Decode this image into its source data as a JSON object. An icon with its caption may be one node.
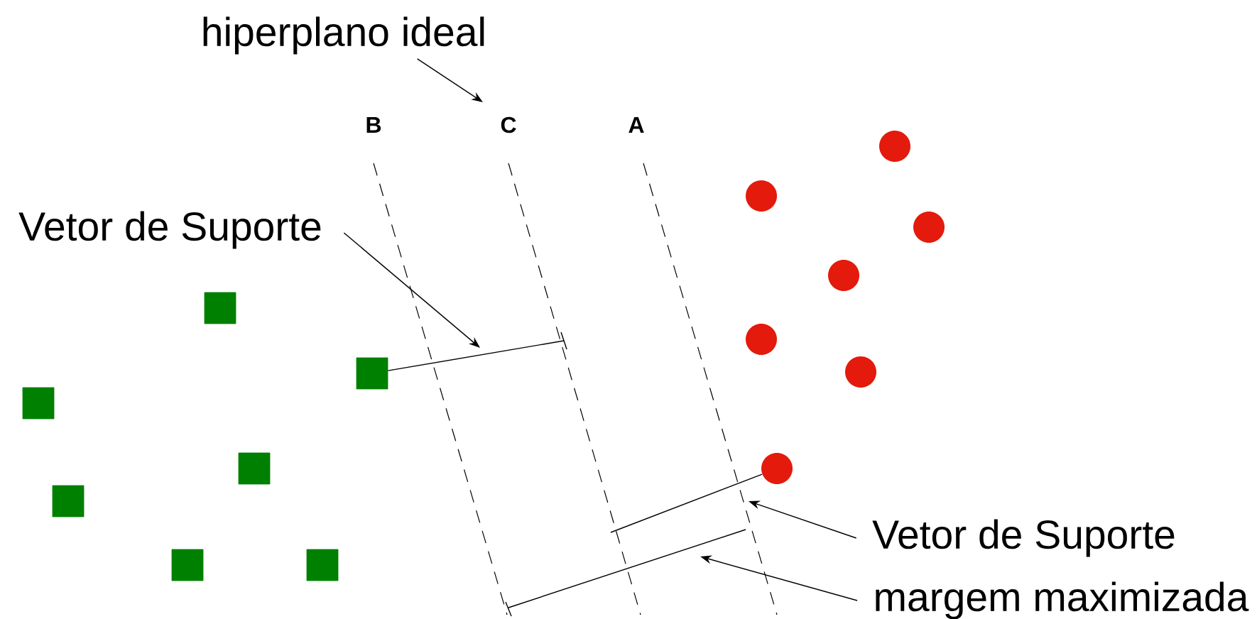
{
  "diagram": {
    "nodes": [
      {
        "text": [
          "hiperplano ideal"
        ]
      },
      {
        "text": [
          "Vetor de Suporte"
        ]
      },
      {
        "text": [
          "Vetor de Suporte"
        ]
      },
      {
        "text": [
          "margem maximizada"
        ]
      },
      {
        "text": [],
        "shape": "box"
      },
      {
        "text": [],
        "shape": "box"
      },
      {
        "text": [],
        "shape": "box"
      },
      {
        "text": [],
        "shape": "box"
      },
      {
        "text": [],
        "shape": "box"
      },
      {
        "text": [],
        "shape": "box"
      },
      {
        "text": [],
        "shape": "box"
      },
      {
        "text": [],
        "shape": "circle"
      },
      {
        "text": [],
        "shape": "circle"
      },
      {
        "text": [],
        "shape": "circle"
      },
      {
        "text": [],
        "shape": "circle"
      },
      {
        "text": [],
        "shape": "circle"
      },
      {
        "text": [],
        "shape": "circle"
      },
      {
        "text": [],
        "shape": "circle"
      }
    ],
    "edges": [
      {
        "from": 0,
        "to": null,
        "arrow": "to"
      },
      {
        "from": 1,
        "to": null,
        "arrow": "to"
      },
      {
        "from": 2,
        "to": null,
        "arrow": "to"
      },
      {
        "from": 3,
        "to": null,
        "arrow": "to"
      },
      {
        "from": 10,
        "to": null,
        "arrow": "none"
      },
      {
        "from": 13,
        "to": null,
        "arrow": "none"
      }
    ],
    "labels": [
      "B",
      "C",
      "A"
    ]
  }
}
